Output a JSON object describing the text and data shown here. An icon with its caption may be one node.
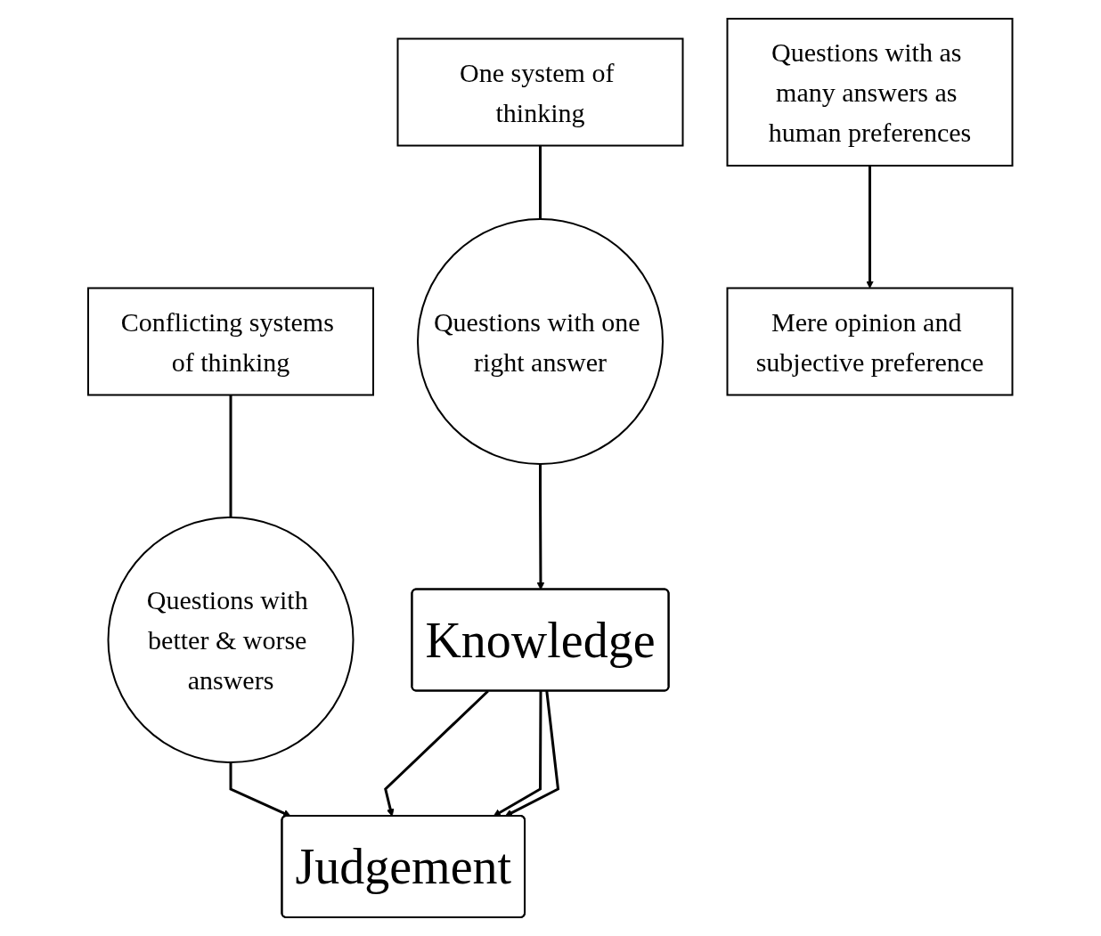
{
  "diagram": {
    "nodes": [
      {
        "text": [
          "One system of thinking"
        ]
      },
      {
        "text": [
          "Questions with as many answers as human preferences"
        ]
      },
      {
        "text": [
          "Conflicting systems of thinking"
        ]
      },
      {
        "text": [
          "Questions with one right answer"
        ]
      },
      {
        "text": [
          "Mere opinion and subjective preference"
        ]
      },
      {
        "text": [
          "Questions with better & worse answers"
        ]
      },
      {
        "text": [
          "Knowledge"
        ]
      },
      {
        "text": [
          "Judgement"
        ]
      }
    ],
    "edges": [
      {
        "from": 0,
        "to": 3,
        "arrow": "none"
      },
      {
        "from": 1,
        "to": 4,
        "arrow": "to"
      },
      {
        "from": 2,
        "to": 5,
        "arrow": "none"
      },
      {
        "from": 3,
        "to": 6,
        "arrow": "to"
      },
      {
        "from": 5,
        "to": 7,
        "arrow": "to"
      },
      {
        "from": 6,
        "to": 7,
        "arrow": "to"
      },
      {
        "from": 6,
        "to": 7,
        "arrow": "to"
      },
      {
        "from": 6,
        "to": 7,
        "arrow": "to"
      }
    ]
  }
}
